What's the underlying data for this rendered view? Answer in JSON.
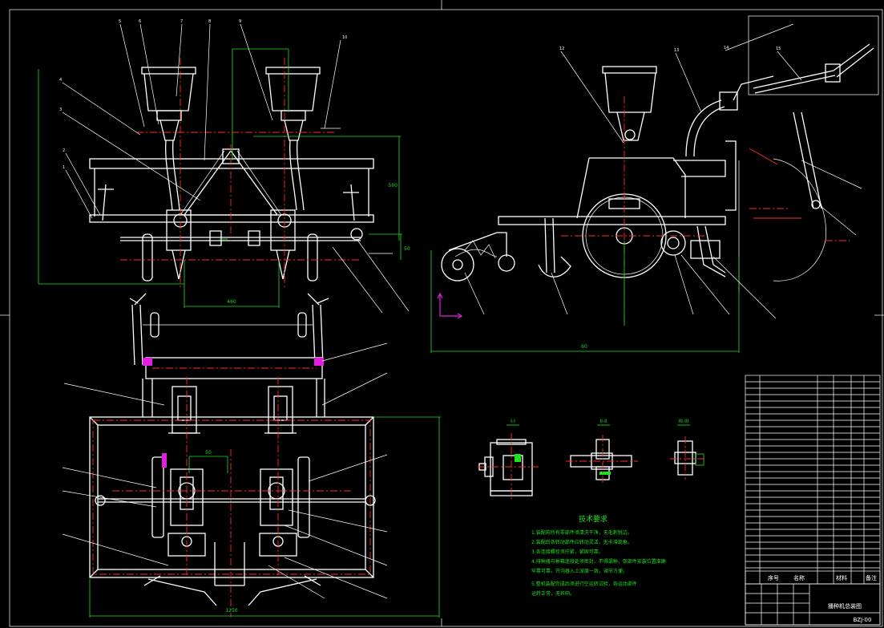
{
  "drawing": {
    "type": "mechanical assembly drawing",
    "background": "#000000",
    "colors": {
      "outline": "#ffffff",
      "centerline": "#ff2a2a",
      "dimension": "#1ee01e",
      "highlight": "#e020e0"
    }
  },
  "views": {
    "front": {
      "dims": {
        "bottom": "460",
        "left": "500",
        "right": "50"
      }
    },
    "side": {
      "dims": {
        "bottom": "60"
      }
    },
    "top": {
      "dims": {
        "bottom": "1250",
        "mid": "50"
      }
    },
    "sections": [
      {
        "name": "I-I"
      },
      {
        "name": "II-II"
      },
      {
        "name": "III-III"
      }
    ]
  },
  "tech_requirements": {
    "title": "技术要求",
    "lines": [
      "1.装配前所有零部件须清洗干净，无毛刺锐边。",
      "2.装配后各转动部件应转动灵活，无卡滞现象。",
      "3.各连接螺栓须拧紧，紧固可靠。",
      "4.排种器与种箱连接处须密封，不得漏种，各部件安装位置准确",
      "牢靠可靠，开沟器入土深度一致，调节方便。",
      "5.整机装配完成后须进行空运转试验，各运动部件",
      "运转正常，无异响。"
    ]
  },
  "title_block": {
    "drawing_name": "播种机总装图",
    "drawing_no": "BZJ-00",
    "header_cells": [
      "序号",
      "名称",
      "材料",
      "备注"
    ]
  }
}
